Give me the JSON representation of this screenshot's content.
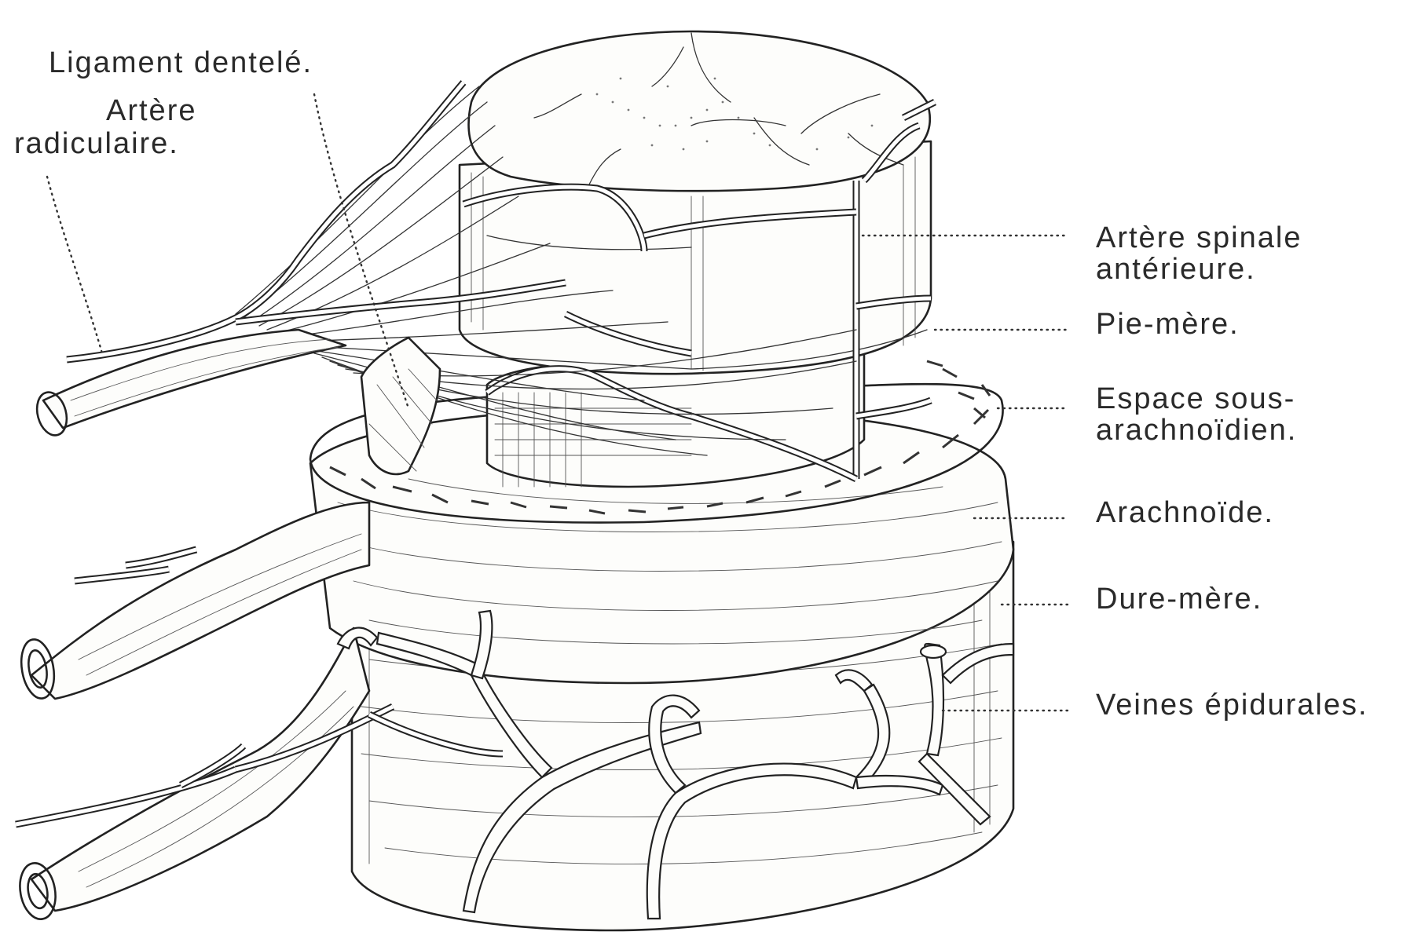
{
  "labels": {
    "ligament_dentele": "Ligament dentelé.",
    "artere_radiculaire_1": "Artère",
    "artere_radiculaire_2": "radiculaire.",
    "artere_spinale_1": "Artère spinale",
    "artere_spinale_2": "antérieure.",
    "pie_mere": "Pie-mère.",
    "espace_sous_1": "Espace sous-",
    "espace_sous_2": "arachnoïdien.",
    "arachnoide": "Arachnoïde.",
    "dure_mere": "Dure-mère.",
    "veines_epidurales": "Veines épidurales."
  },
  "colors": {
    "ink": "#222222",
    "paper": "#ffffff"
  }
}
